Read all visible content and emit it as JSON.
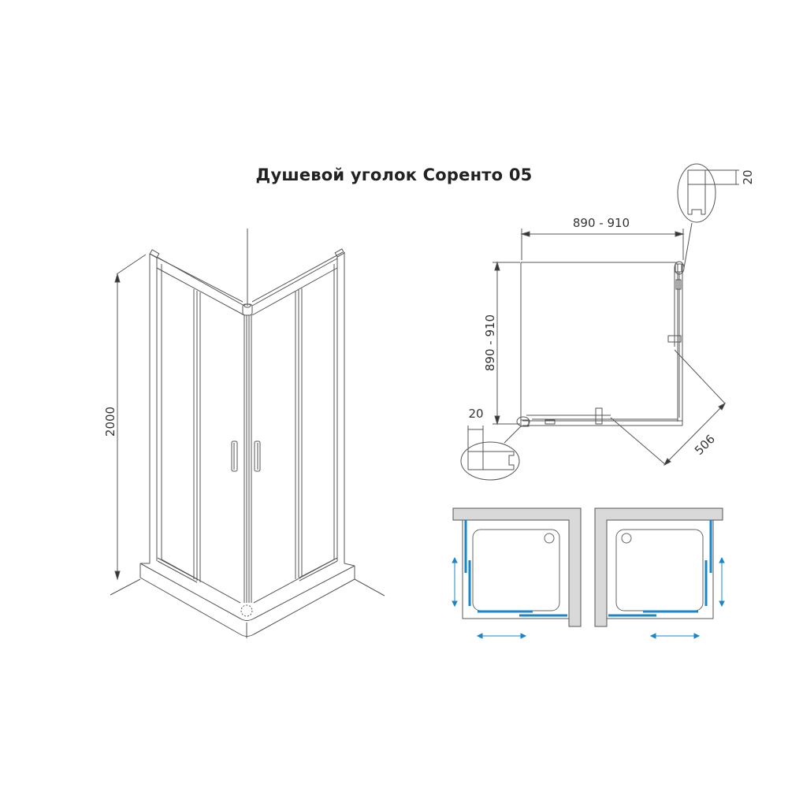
{
  "title": "Душевой уголок Соренто 05",
  "perspective_view": {
    "height_label": "2000"
  },
  "plan_view": {
    "width_label": "890 - 910",
    "depth_label": "890 - 910",
    "door_opening_label": "506",
    "profile_top_label": "20",
    "profile_left_label": "20"
  },
  "schemes": [
    {
      "name": "left-mounted",
      "wall": "top-right"
    },
    {
      "name": "right-mounted",
      "wall": "top-left"
    }
  ],
  "colors": {
    "line": "#555555",
    "glass_accent": "#1a86c8",
    "wall_fill": "#d9d9d9",
    "text": "#222222"
  }
}
